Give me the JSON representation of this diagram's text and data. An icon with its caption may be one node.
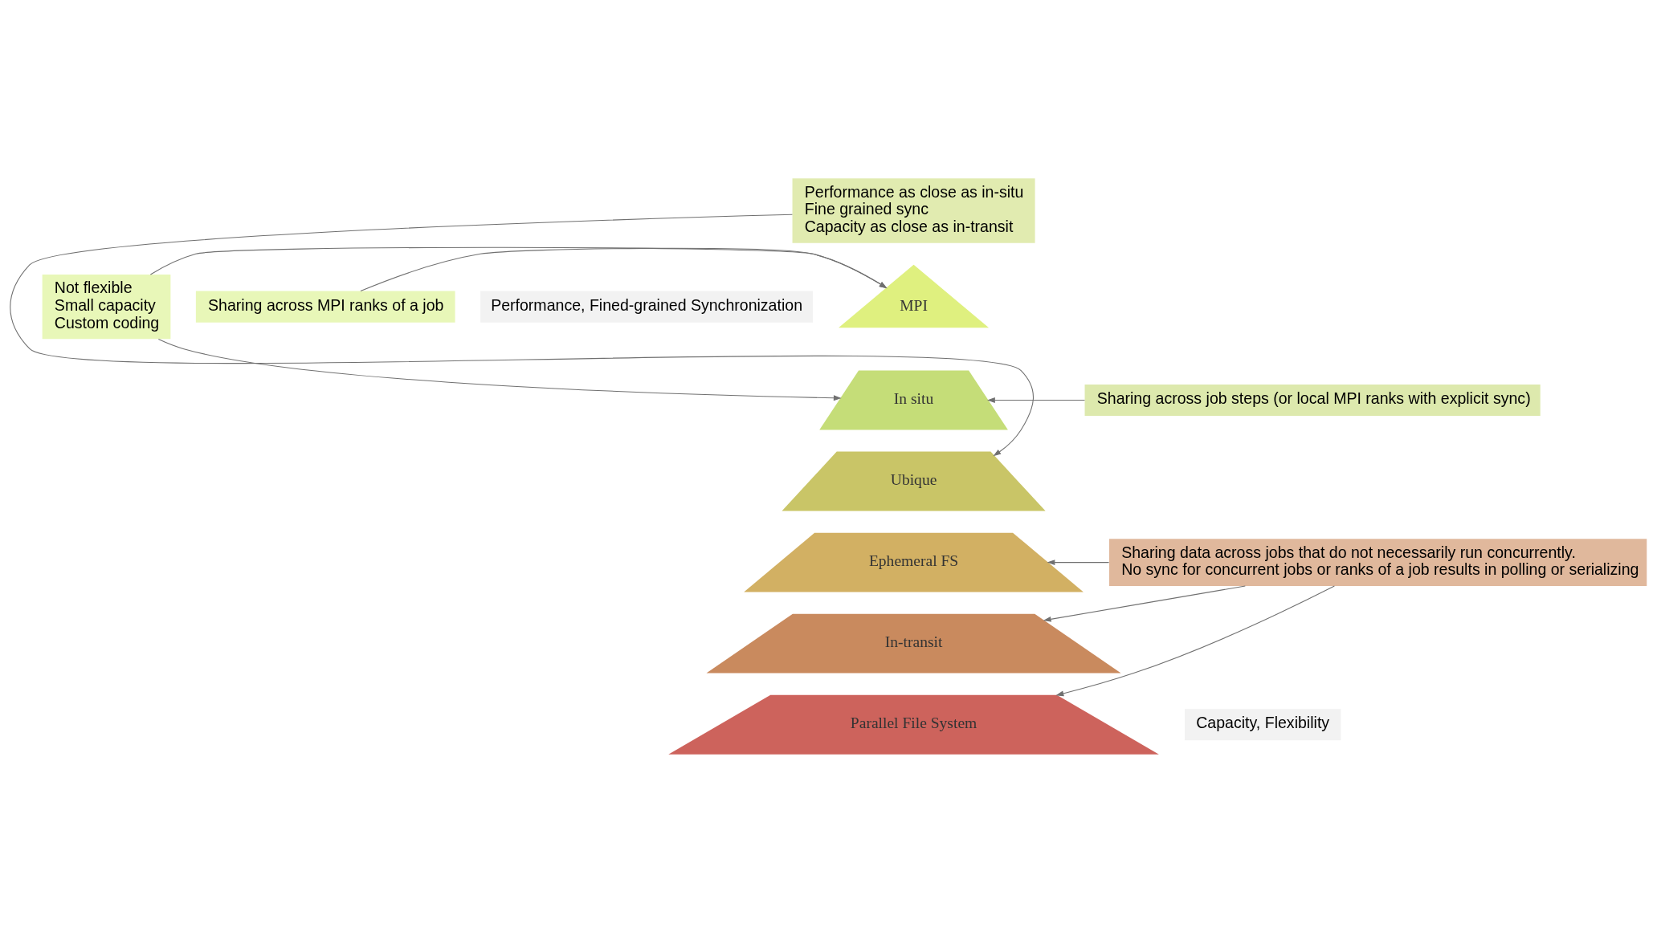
{
  "diagram": {
    "nodes": [
      {
        "text": [
          "Performance as close as in-situ",
          "Fine grained sync",
          "Capacity as close as in-transit"
        ]
      },
      {
        "text": [
          "Sharing across MPI ranks of a job"
        ]
      },
      {
        "text": [
          "MPI"
        ]
      },
      {
        "text": [
          "Not flexible",
          "Small capacity",
          "Custom coding"
        ]
      },
      {
        "text": [
          "In situ"
        ]
      },
      {
        "text": [
          "Sharing across job steps (or local MPI ranks with explicit sync)"
        ]
      },
      {
        "text": [
          "Ubique"
        ]
      },
      {
        "text": [
          "Ephemeral FS"
        ]
      },
      {
        "text": [
          "Sharing data across jobs that do not necessarily run concurrently.",
          "No sync for concurrent jobs or ranks of a job results in polling or serializing"
        ]
      },
      {
        "text": [
          "In-transit"
        ]
      },
      {
        "text": [
          "Parallel File System"
        ]
      }
    ],
    "edges": [
      {
        "from": 1,
        "to": 2,
        "arrow": "to"
      },
      {
        "from": 3,
        "to": 2,
        "arrow": "to"
      },
      {
        "from": 3,
        "to": 4,
        "arrow": "to"
      },
      {
        "from": 5,
        "to": 4,
        "arrow": "to"
      },
      {
        "from": 0,
        "to": 6,
        "arrow": "to"
      },
      {
        "from": 8,
        "to": 7,
        "arrow": "to"
      },
      {
        "from": 8,
        "to": 9,
        "arrow": "to"
      },
      {
        "from": 8,
        "to": 10,
        "arrow": "to"
      }
    ],
    "labels": [
      "Performance, Fined-grained Synchronization",
      "Capacity, Flexibility"
    ]
  }
}
